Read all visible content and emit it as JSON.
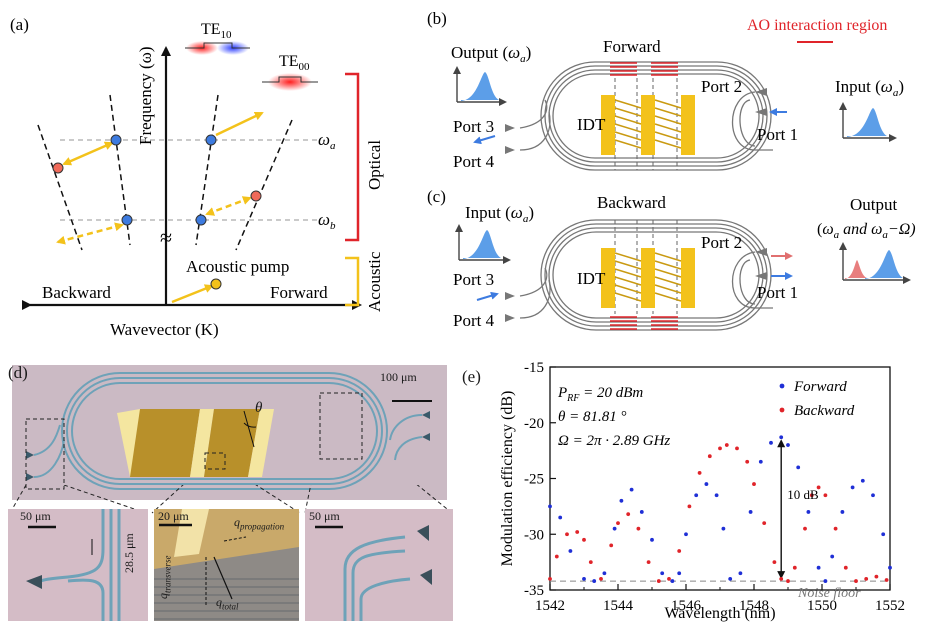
{
  "panel_a": {
    "label": "(a)",
    "te10": "TE",
    "te10_sub": "10",
    "te00": "TE",
    "te00_sub": "00",
    "y_axis": "Frequency (ω)",
    "omega_a": "ω",
    "omega_a_sub": "a",
    "omega_b": "ω",
    "omega_b_sub": "b",
    "optical": "Optical",
    "acoustic": "Acoustic",
    "acoustic_pump": "Acoustic pump",
    "backward": "Backward",
    "forward": "Forward",
    "x_axis": "Wavevector (K)",
    "break_mark": "≈",
    "colors": {
      "arrow": "#f3c21b",
      "red_dot": "#f06a5a",
      "blue_dot": "#3d7be0",
      "bracket_red": "#e0242a",
      "bracket_yellow": "#f3c21b"
    }
  },
  "panel_b": {
    "label": "(b)",
    "legend": "AO interaction region",
    "forward": "Forward",
    "output": "Output (",
    "output_w": "ω",
    "output_sub": "a",
    "output_end": ")",
    "input": "Input (",
    "input_w": "ω",
    "input_sub": "a",
    "input_end": ")",
    "port1": "Port 1",
    "port2": "Port 2",
    "port3": "Port 3",
    "port4": "Port 4",
    "idt": "IDT"
  },
  "panel_c": {
    "label": "(c)",
    "backward": "Backward",
    "input": "Input (",
    "input_w": "ω",
    "input_sub": "a",
    "input_end": ")",
    "output_title": "Output",
    "output_expr_open": "(",
    "output_expr_w1": "ω",
    "output_expr_sub1": "a",
    "output_expr_and": " and ",
    "output_expr_w2": "ω",
    "output_expr_sub2": "a",
    "output_expr_minus": "−Ω)",
    "port1": "Port 1",
    "port2": "Port 2",
    "port3": "Port 3",
    "port4": "Port 4",
    "idt": "IDT"
  },
  "panel_d": {
    "label": "(d)",
    "scale_main": "100 μm",
    "theta": "θ",
    "scale_left": "50 μm",
    "gap": "28.5 μm",
    "scale_mid": "20 μm",
    "q_prop": "q",
    "q_prop_sub": "propagation",
    "q_trans": "q",
    "q_trans_sub": "transverse",
    "q_total": "q",
    "q_total_sub": "total",
    "scale_right": "50 μm"
  },
  "panel_e": {
    "label": "(e)",
    "ann_p": "P",
    "ann_p_sub": "RF",
    "ann_p_val": " = 20 dBm",
    "ann_theta": "θ = 81.81 °",
    "ann_omega": "Ω = 2π · 2.89 GHz",
    "delta_label": "10 dB",
    "noise_label": "Noise floor"
  },
  "chart_data": {
    "type": "scatter",
    "xlabel": "Wavelength (nm)",
    "ylabel": "Modulation efficiency (dB)",
    "xlim": [
      1542,
      1552
    ],
    "ylim": [
      -35,
      -15
    ],
    "xticks": [
      1542,
      1544,
      1546,
      1548,
      1550,
      1552
    ],
    "yticks": [
      -15,
      -20,
      -25,
      -30,
      -35
    ],
    "noise_floor": -34.2,
    "legend_position": "top-right",
    "series": [
      {
        "name": "Forward",
        "color": "#1f2fd6",
        "x": [
          1542.0,
          1542.3,
          1542.6,
          1543.0,
          1543.3,
          1543.6,
          1543.9,
          1544.1,
          1544.4,
          1544.7,
          1545.0,
          1545.3,
          1545.6,
          1545.8,
          1546.0,
          1546.3,
          1546.6,
          1546.9,
          1547.1,
          1547.3,
          1547.6,
          1547.9,
          1548.2,
          1548.5,
          1548.8,
          1549.0,
          1549.3,
          1549.6,
          1549.9,
          1550.1,
          1550.3,
          1550.6,
          1550.9,
          1551.2,
          1551.5,
          1551.8,
          1552.0
        ],
        "y": [
          -27.5,
          -28.5,
          -31.5,
          -34.0,
          -34.2,
          -33.5,
          -29.5,
          -27.0,
          -26.0,
          -28.0,
          -30.5,
          -33.5,
          -34.2,
          -33.5,
          -30.0,
          -26.5,
          -25.5,
          -26.5,
          -29.5,
          -34.0,
          -33.5,
          -28.0,
          -23.5,
          -21.8,
          -21.3,
          -22.0,
          -24.0,
          -28.0,
          -33.0,
          -34.2,
          -32.0,
          -28.0,
          -25.8,
          -25.2,
          -26.5,
          -30.0,
          -33.0
        ]
      },
      {
        "name": "Backward",
        "color": "#e0242a",
        "x": [
          1542.0,
          1542.2,
          1542.5,
          1542.8,
          1543.0,
          1543.2,
          1543.5,
          1543.8,
          1544.0,
          1544.3,
          1544.6,
          1544.9,
          1545.2,
          1545.5,
          1545.8,
          1546.1,
          1546.4,
          1546.7,
          1547.0,
          1547.2,
          1547.5,
          1547.8,
          1548.0,
          1548.3,
          1548.6,
          1548.8,
          1549.0,
          1549.2,
          1549.5,
          1549.7,
          1549.9,
          1550.1,
          1550.4,
          1550.7,
          1551.0,
          1551.3,
          1551.6,
          1551.9
        ],
        "y": [
          -34.0,
          -32.0,
          -30.0,
          -29.8,
          -30.5,
          -32.5,
          -34.0,
          -31.0,
          -29.0,
          -28.2,
          -29.5,
          -32.5,
          -34.2,
          -34.0,
          -31.5,
          -27.5,
          -24.5,
          -23.0,
          -22.3,
          -22.0,
          -22.3,
          -23.5,
          -25.5,
          -29.0,
          -32.5,
          -34.0,
          -34.2,
          -33.0,
          -29.5,
          -26.5,
          -25.8,
          -26.5,
          -29.5,
          -33.0,
          -34.2,
          -34.0,
          -33.8,
          -34.1
        ]
      }
    ]
  }
}
